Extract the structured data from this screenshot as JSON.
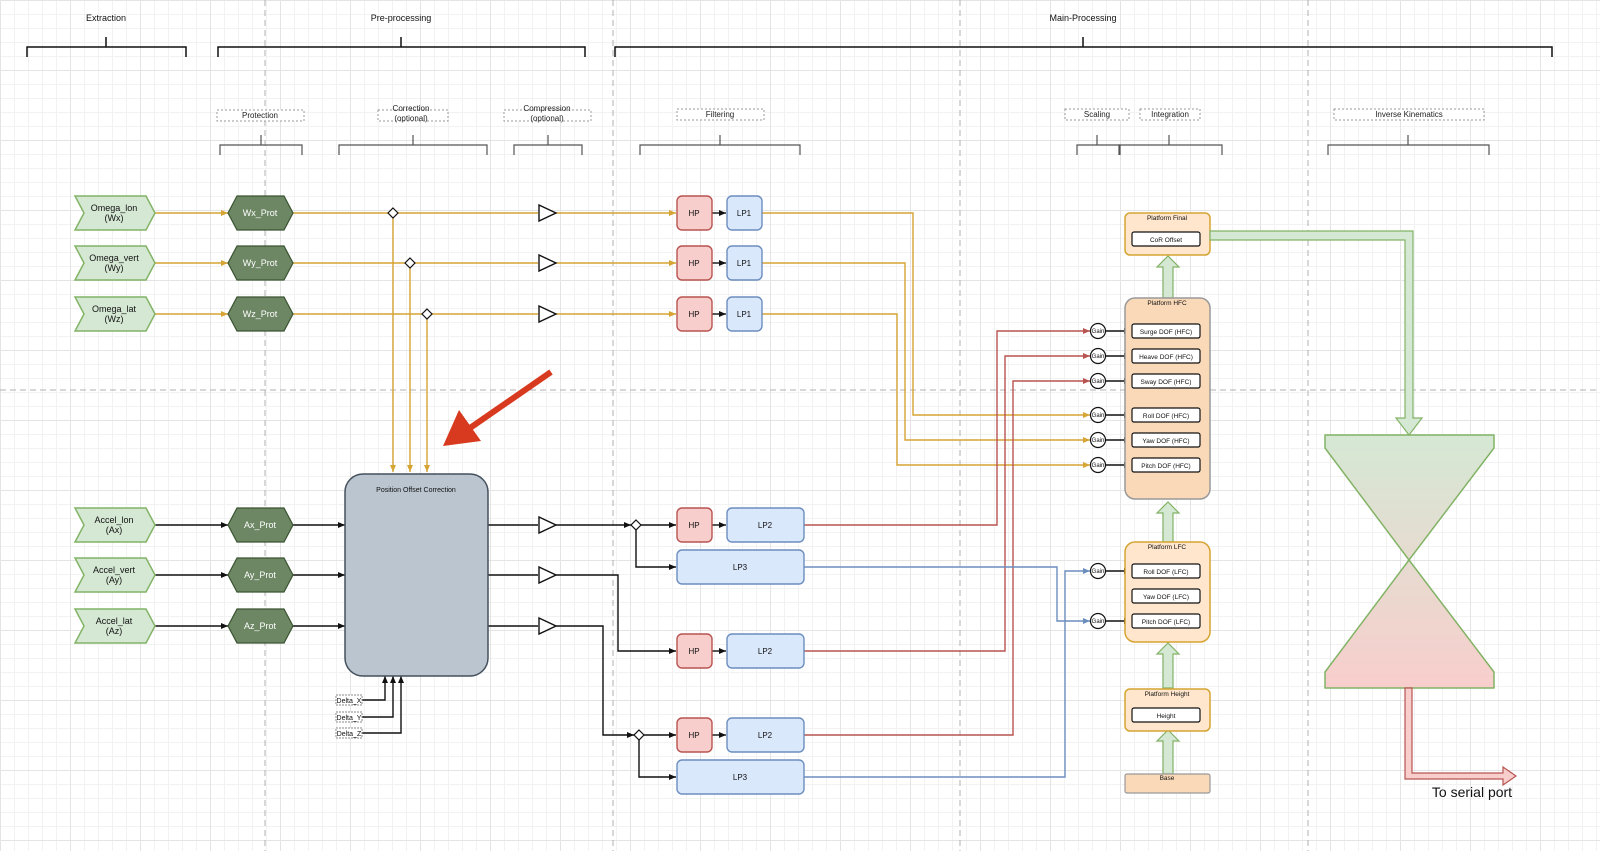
{
  "phases": {
    "extraction": "Extraction",
    "preprocessing": "Pre-processing",
    "mainprocessing": "Main-Processing"
  },
  "stages": {
    "protection": "Protection",
    "correction_1": "Correction",
    "correction_2": "(optional)",
    "compression_1": "Compression",
    "compression_2": "(optional)",
    "filtering": "Filtering",
    "scaling": "Scaling",
    "integration": "Integration",
    "inverse_kinematics": "Inverse Kinematics"
  },
  "inputs": {
    "omega_lon_1": "Omega_lon",
    "omega_lon_2": "(Wx)",
    "omega_vert_1": "Omega_vert",
    "omega_vert_2": "(Wy)",
    "omega_lat_1": "Omega_lat",
    "omega_lat_2": "(Wz)",
    "accel_lon_1": "Accel_lon",
    "accel_lon_2": "(Ax)",
    "accel_vert_1": "Accel_vert",
    "accel_vert_2": "(Ay)",
    "accel_lat_1": "Accel_lat",
    "accel_lat_2": "(Az)"
  },
  "protections": {
    "wx": "Wx_Prot",
    "wy": "Wy_Prot",
    "wz": "Wz_Prot",
    "ax": "Ax_Prot",
    "ay": "Ay_Prot",
    "az": "Az_Prot"
  },
  "offset_box": {
    "title": "Position Offset Correction",
    "delta_x": "Delta_X",
    "delta_y": "Delta_Y",
    "delta_z": "Delta_Z"
  },
  "filters": {
    "hp": "HP",
    "lp1": "LP1",
    "lp2": "LP2",
    "lp3": "LP3"
  },
  "gain": "Gain",
  "platform": {
    "final_title": "Platform Final",
    "cor_offset": "CoR Offset",
    "hfc_title": "Platform HFC",
    "surge_hfc": "Surge DOF (HFC)",
    "heave_hfc": "Heave DOF (HFC)",
    "sway_hfc": "Sway DOF (HFC)",
    "roll_hfc": "Roll DOF (HFC)",
    "yaw_hfc": "Yaw DOF (HFC)",
    "pitch_hfc": "Pitch DOF (HFC)",
    "lfc_title": "Platform LFC",
    "roll_lfc": "Roll DOF (LFC)",
    "yaw_lfc": "Yaw DOF (LFC)",
    "pitch_lfc": "Pitch DOF (LFC)",
    "height_title": "Platform Height",
    "height": "Height",
    "base": "Base"
  },
  "output_label": "To serial port",
  "colors": {
    "gold": "#d6a433",
    "red_line": "#b85450",
    "blue_line": "#6c8ebf",
    "green_arrow": "#82b366",
    "highlight_arrow": "#d83a1f"
  }
}
